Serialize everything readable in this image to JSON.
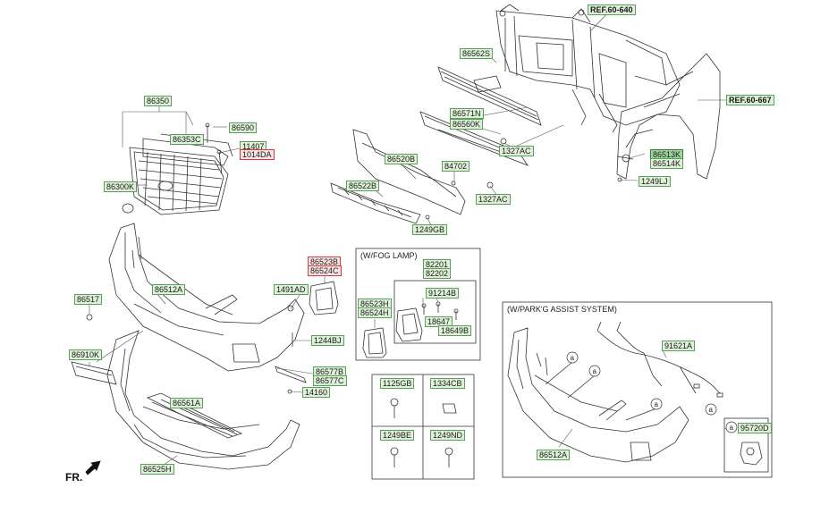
{
  "labels": {
    "l86350": "86350",
    "l86590": "86590",
    "l86353C": "86353C",
    "l11407": "11407",
    "l1014DA": "1014DA",
    "l86300K": "86300K",
    "l86562S": "86562S",
    "l86571N": "86571N",
    "l86560K": "86560K",
    "l1327AC_a": "1327AC",
    "l86520B": "86520B",
    "l84702": "84702",
    "l1327AC_b": "1327AC",
    "l86522B": "86522B",
    "l1249GB": "1249GB",
    "l86513K": "86513K",
    "l86514K": "86514K",
    "l1249LJ": "1249LJ",
    "l86523B": "86523B",
    "l86524C": "86524C",
    "l1491AD": "1491AD",
    "l86512A": "86512A",
    "l86517": "86517",
    "l1244BJ": "1244BJ",
    "l86910K": "86910K",
    "l86577B": "86577B",
    "l86577C": "86577C",
    "l14160": "14160",
    "l86561A": "86561A",
    "l86525H": "86525H",
    "l82201": "82201",
    "l82202": "82202",
    "l91214B": "91214B",
    "l86523H": "86523H",
    "l86524H": "86524H",
    "l18647": "18647",
    "l18649B": "18649B",
    "l91621A": "91621A",
    "l86512A_b": "86512A",
    "l95720D": "95720D"
  },
  "refs": {
    "ref_640": "REF.60-640",
    "ref_667": "REF.60-667"
  },
  "boxes": {
    "fog_title": "(W/FOG LAMP)",
    "park_title": "(W/PARK'G ASSIST SYSTEM)"
  },
  "hardware_table": {
    "c1": "1125GB",
    "c2": "1334CB",
    "c3": "1249BE",
    "c4": "1249ND"
  },
  "callout": "a",
  "orientation": "FR.",
  "colors": {
    "label_fill": "#dff0d8",
    "label_border": "#5aa05a",
    "highlight_fill": "#fbe3e3",
    "highlight_border": "#d43a3a",
    "selected_fill": "#9ed49e"
  }
}
